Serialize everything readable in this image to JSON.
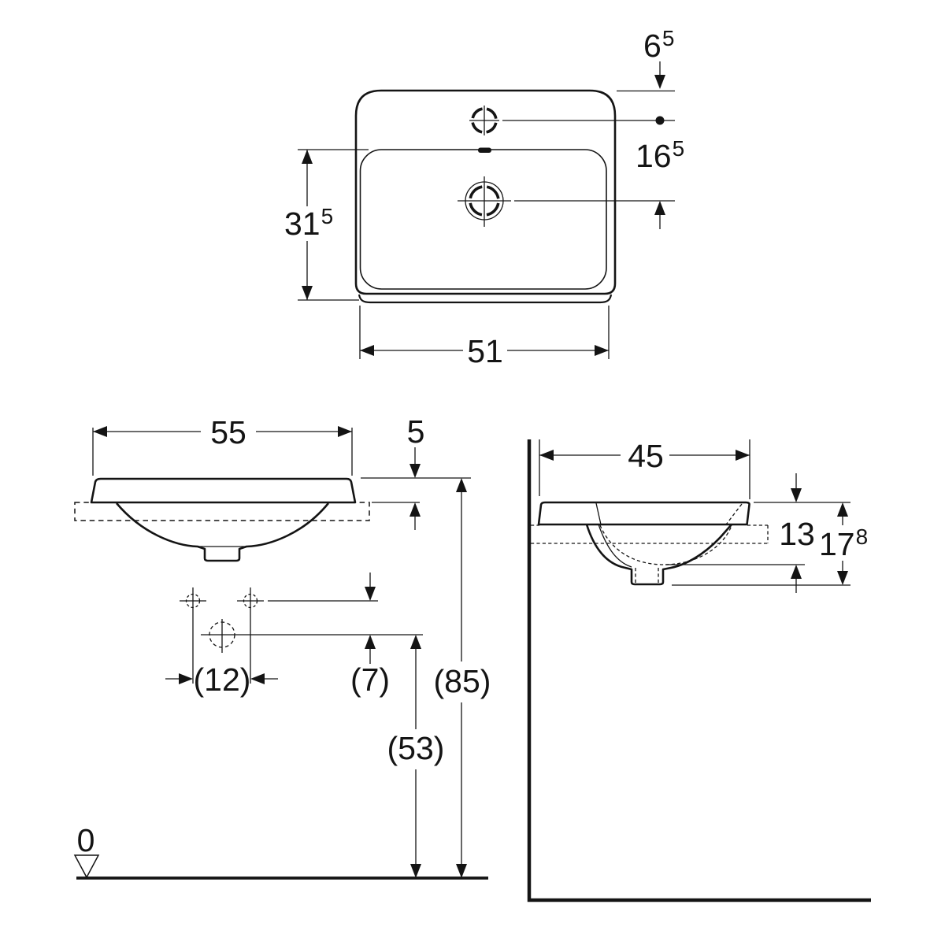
{
  "drawing": {
    "type": "washbasin-technical-dimension-drawing",
    "units": "cm",
    "colors": {
      "line": "#141414",
      "background": "#ffffff"
    }
  },
  "top_view": {
    "tap_offset": {
      "base": "6",
      "sup": "5"
    },
    "tap_drain": {
      "base": "16",
      "sup": "5"
    },
    "depth": {
      "base": "31",
      "sup": "5"
    },
    "front_width": "51"
  },
  "front_view": {
    "total_width": "55",
    "rim_above_counter": "5",
    "hole_spacing": "(12)",
    "hole_offset": "(7)",
    "rim_height": "(85)",
    "trap_height": "(53)",
    "datum": "0"
  },
  "side_view": {
    "total_depth": "45",
    "inner_depth": "13",
    "total_height": {
      "base": "17",
      "sup": "8"
    }
  }
}
